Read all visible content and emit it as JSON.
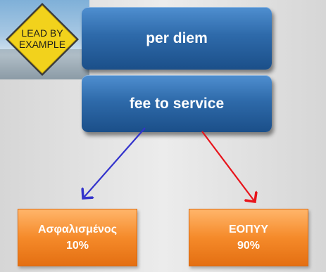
{
  "logo": {
    "label_line1": "LEAD BY",
    "label_line2": "EXAMPLE"
  },
  "boxes": {
    "per_diem": "per diem",
    "fee_to_service": "fee to service",
    "insured": {
      "name": "Ασφαλισμένος",
      "share": "10%"
    },
    "eopyy": {
      "name": "ΕΟΠΥΥ",
      "share": "90%"
    }
  },
  "colors": {
    "blue_box": "#2e6aaa",
    "orange_box": "#f58a2a",
    "arrow_left": "#3333cc",
    "arrow_right": "#e8141b"
  }
}
